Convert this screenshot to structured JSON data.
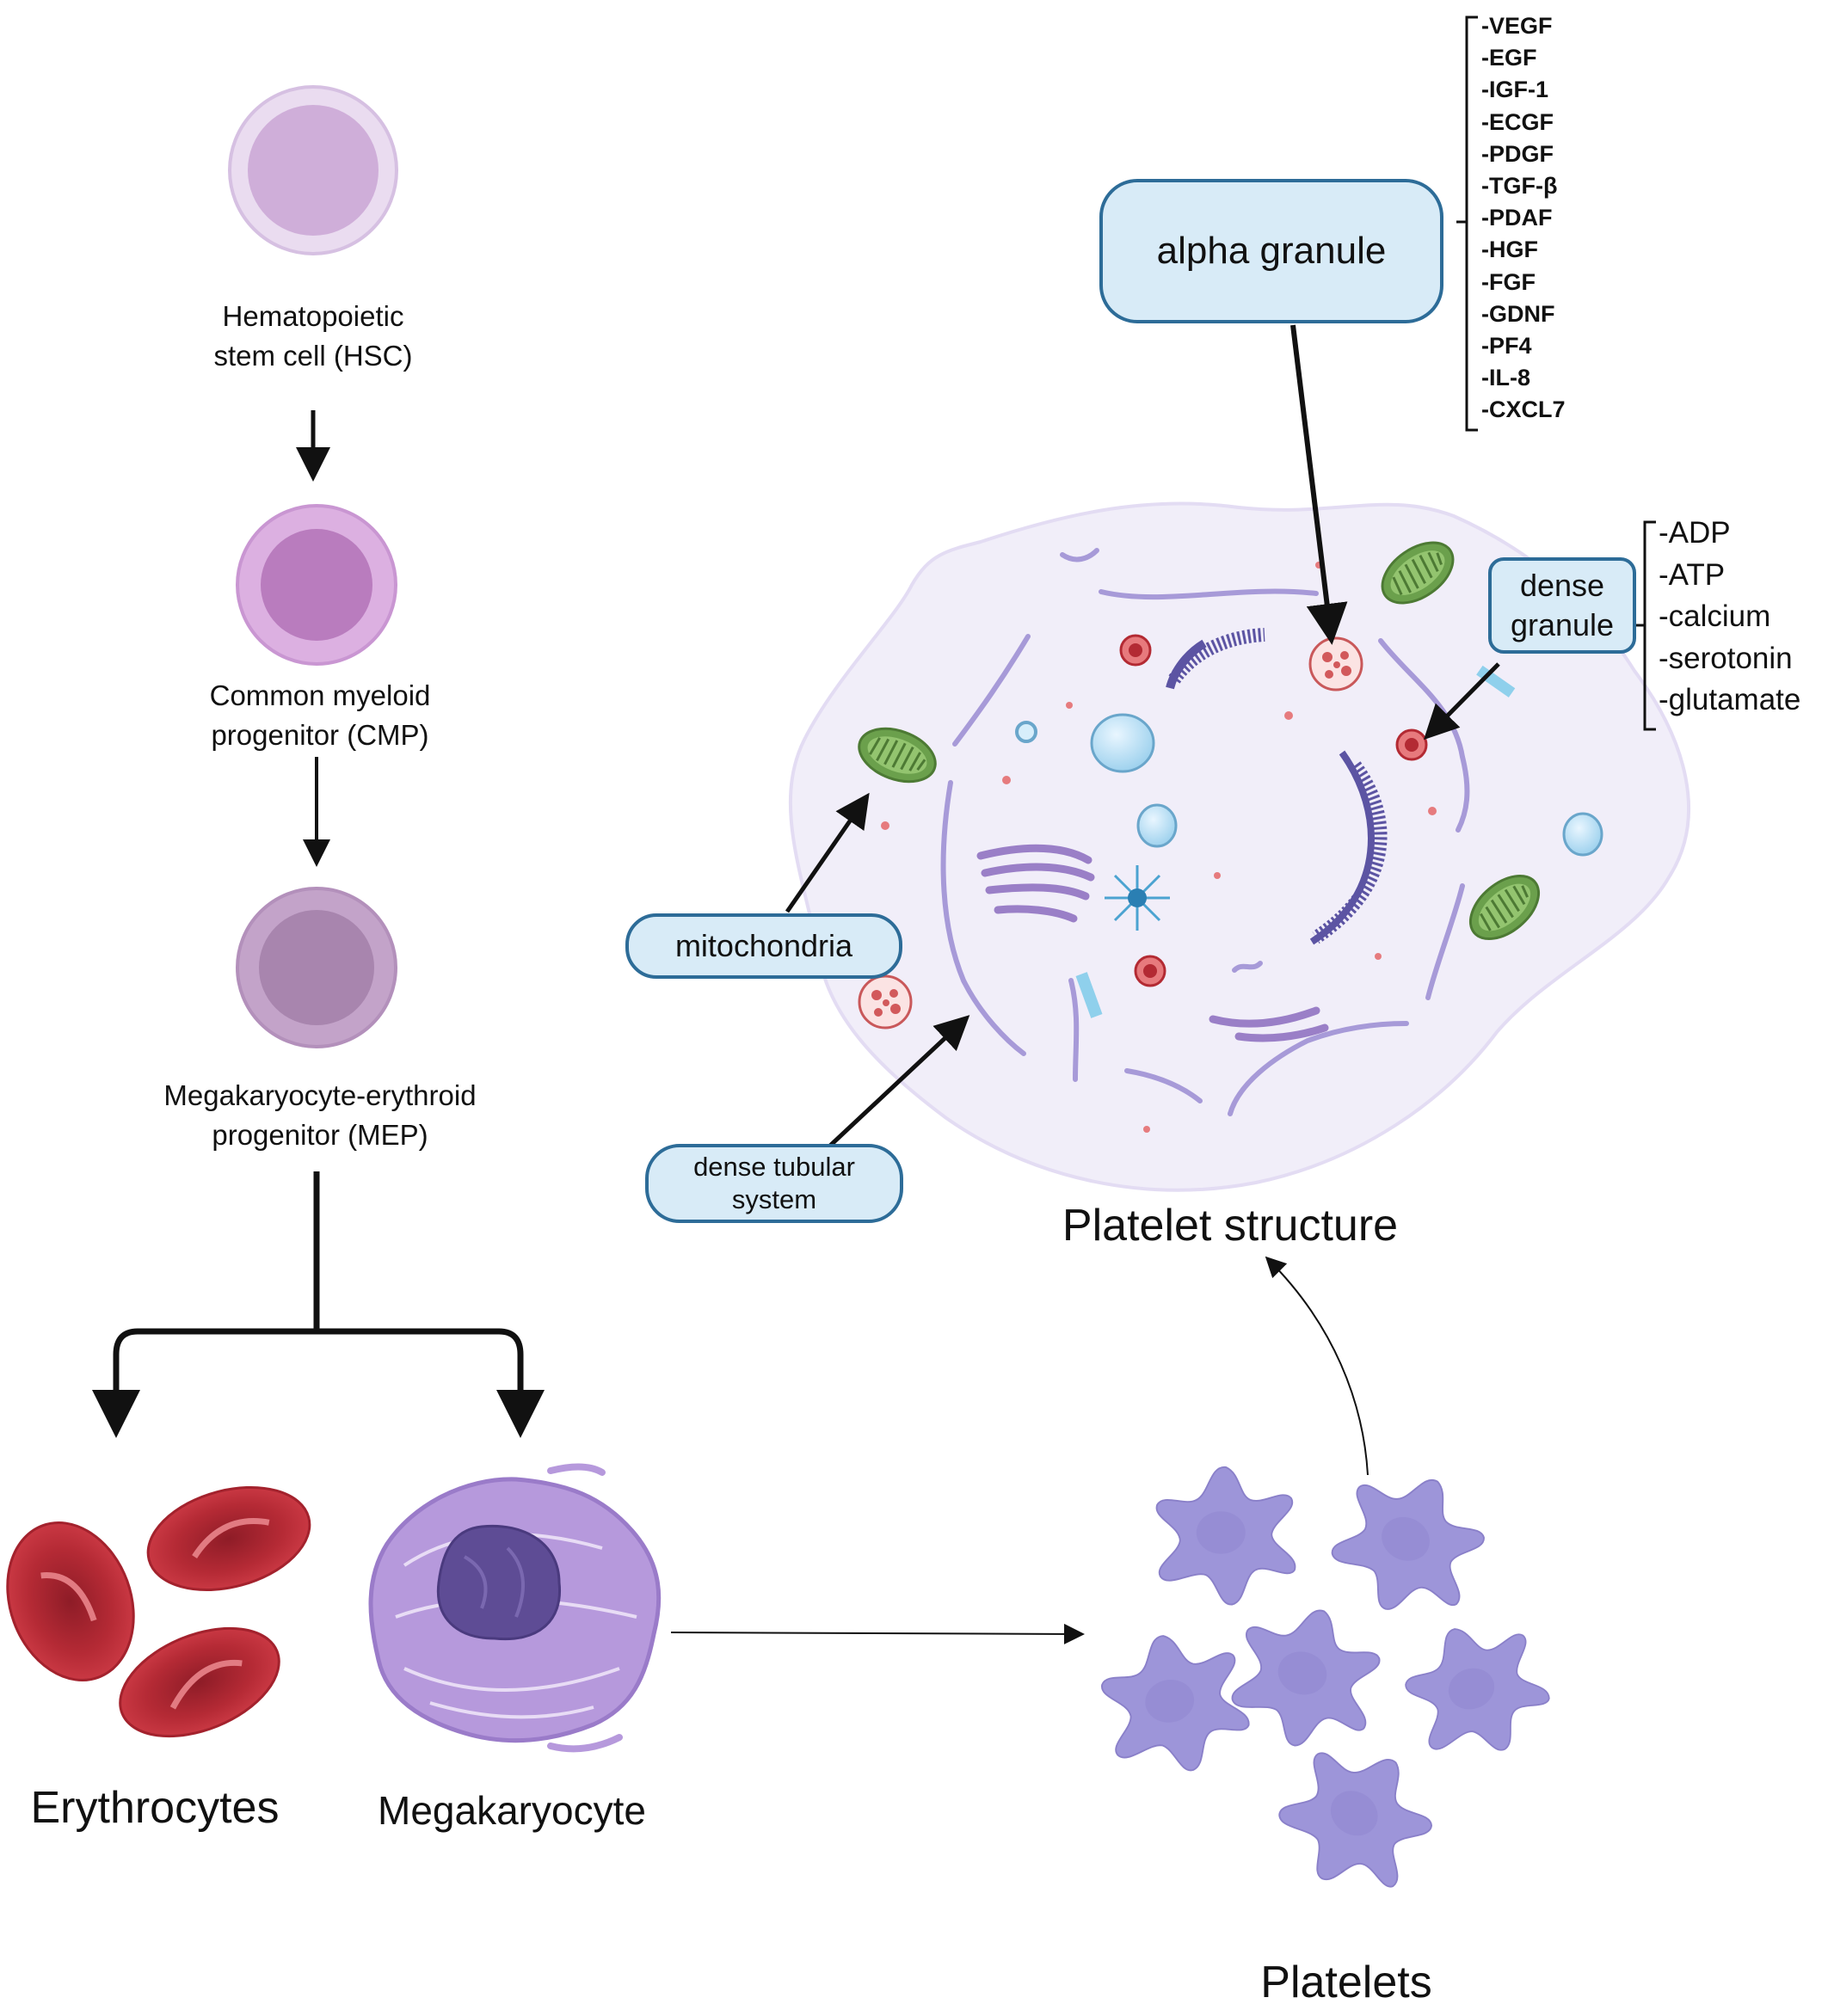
{
  "lineage": {
    "hsc_label": [
      "Hematopoietic",
      "stem cell (HSC)"
    ],
    "cmp_label": [
      "Common myeloid",
      "progenitor (CMP)"
    ],
    "mep_label": [
      "Megakaryocyte-erythroid",
      "progenitor (MEP)"
    ],
    "erythrocytes_label": "Erythrocytes",
    "megakaryocyte_label": "Megakaryocyte",
    "platelets_label": "Platelets"
  },
  "platelet_structure": {
    "title": "Platelet structure",
    "alpha_granule": {
      "label": "alpha granule",
      "contents": [
        "-VEGF",
        "-EGF",
        "-IGF-1",
        "-ECGF",
        "-PDGF",
        "-TGF-β",
        "-PDAF",
        "-HGF",
        "-FGF",
        "-GDNF",
        "-PF4",
        "-IL-8",
        "-CXCL7"
      ]
    },
    "dense_granule": {
      "label": [
        "dense",
        "granule"
      ],
      "contents": [
        "-ADP",
        "-ATP",
        "-calcium",
        "-serotonin",
        "-glutamate"
      ]
    },
    "mitochondria_label": "mitochondria",
    "dense_tubular_label": [
      "dense tubular",
      "system"
    ]
  },
  "colors": {
    "box_fill": "#d8ebf7",
    "box_border": "#2d6c98",
    "platelet_body": "#f1eef9",
    "platelet_purple": "#9b8fcf",
    "erythrocyte_red": "#c0343f",
    "mitochondria_green": "#6ba04c",
    "megakaryocyte_purple": "#a98ad1"
  }
}
